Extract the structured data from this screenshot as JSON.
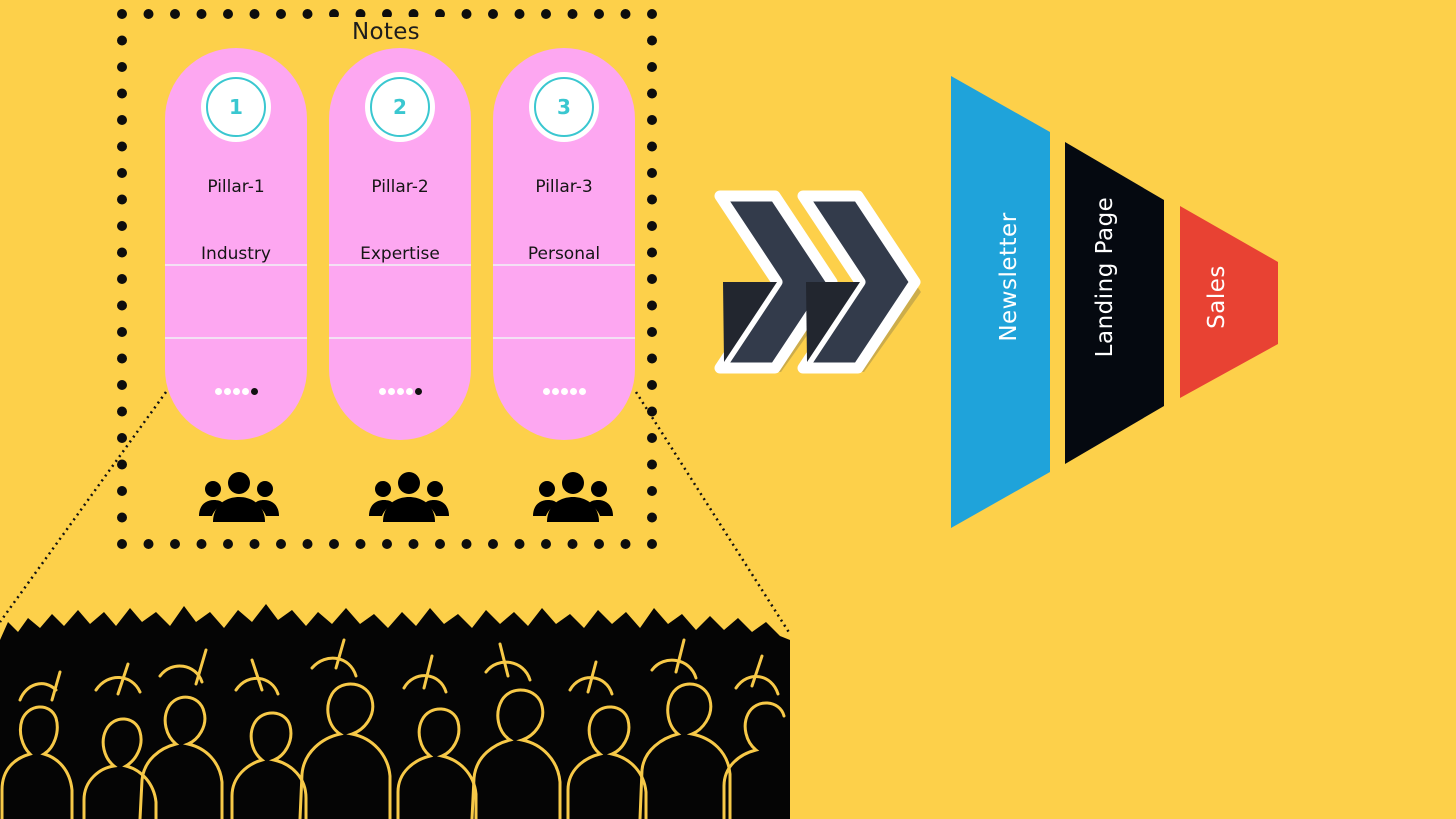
{
  "notes": {
    "title": "Notes"
  },
  "pillars": [
    {
      "number": "1",
      "name": "Pillar-1",
      "topic": "Industry",
      "dots_filled": [
        false,
        false,
        false,
        false,
        true
      ]
    },
    {
      "number": "2",
      "name": "Pillar-2",
      "topic": "Expertise",
      "dots_filled": [
        false,
        false,
        false,
        false,
        true
      ]
    },
    {
      "number": "3",
      "name": "Pillar-3",
      "topic": "Personal",
      "dots_filled": [
        false,
        false,
        false,
        false,
        false
      ]
    }
  ],
  "funnel": {
    "stages": [
      {
        "label": "Newsletter",
        "color": "#1FA3DA"
      },
      {
        "label": "Landing Page",
        "color": "#050910"
      },
      {
        "label": "Sales",
        "color": "#E84233"
      }
    ]
  },
  "icons": {
    "audience": "group-icon",
    "arrows": "double-chevron-right-icon",
    "crowd": "crowd-silhouette-icon"
  },
  "colors": {
    "background": "#FDD04A",
    "pillar": "#FDA7F1",
    "badge_ring": "#3AC7D0",
    "chevron": "#333B4B"
  }
}
